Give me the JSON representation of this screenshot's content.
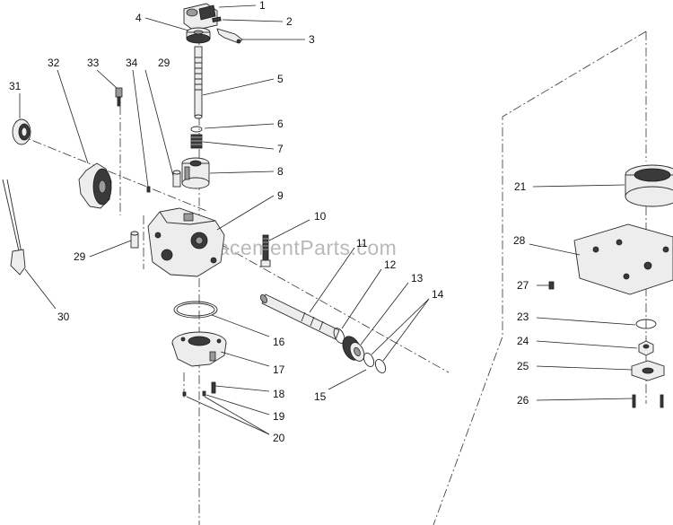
{
  "watermark": "eReplacementParts.com",
  "callouts": {
    "c1": "1",
    "c2": "2",
    "c3": "3",
    "c4": "4",
    "c5": "5",
    "c6": "6",
    "c7": "7",
    "c8": "8",
    "c9": "9",
    "c10": "10",
    "c11": "11",
    "c12": "12",
    "c13": "13",
    "c14": "14",
    "c15": "15",
    "c16": "16",
    "c17": "17",
    "c18": "18",
    "c19": "19",
    "c20": "20",
    "c21": "21",
    "c23": "23",
    "c24": "24",
    "c25": "25",
    "c26": "26",
    "c27": "27",
    "c28": "28",
    "c29a": "29",
    "c29b": "29",
    "c30": "30",
    "c31": "31",
    "c32": "32",
    "c33": "33",
    "c34": "34"
  }
}
